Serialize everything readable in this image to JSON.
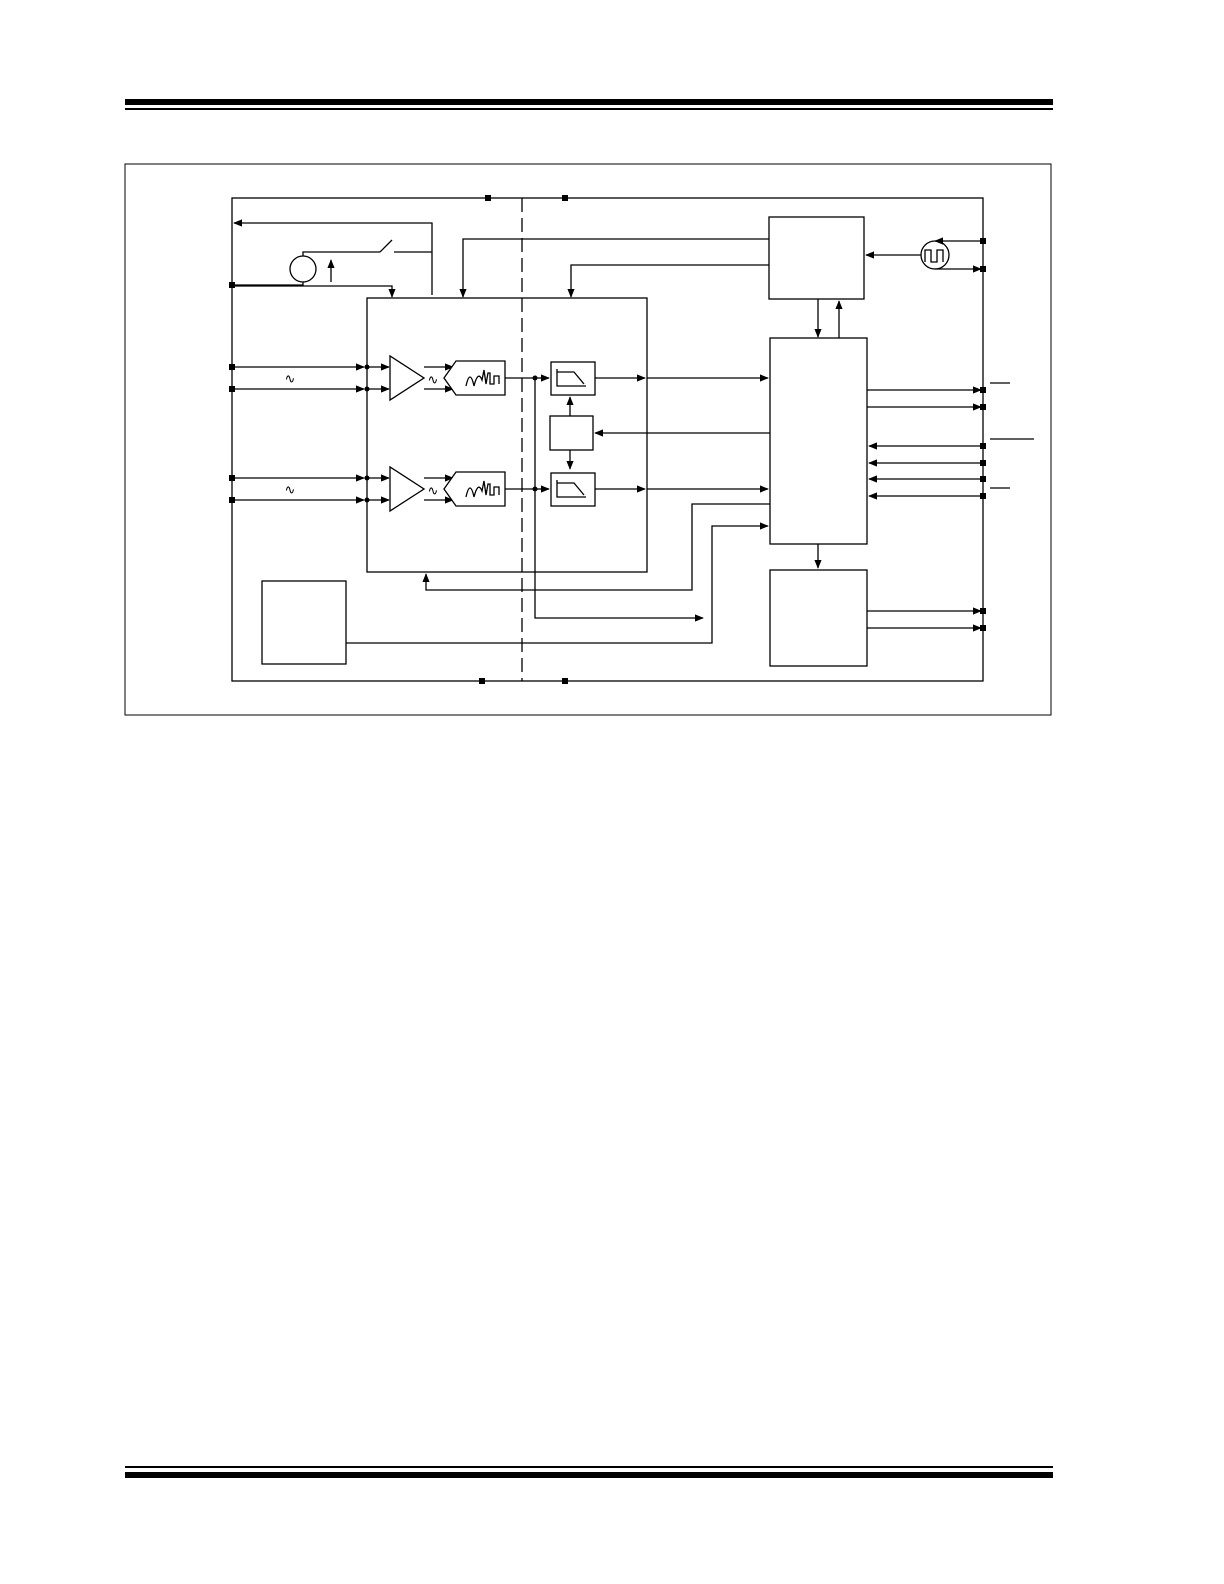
{
  "page": {
    "header_text": "",
    "footer_text": ""
  },
  "figure": {
    "title": "",
    "caption": "",
    "blocks": [
      {
        "id": "supply-source",
        "label": ""
      },
      {
        "id": "analog-front-end",
        "label": ""
      },
      {
        "id": "pga-ch0",
        "label": ""
      },
      {
        "id": "adc-ch0",
        "label": ""
      },
      {
        "id": "sinc-filter-ch0",
        "label": ""
      },
      {
        "id": "pga-ch1",
        "label": ""
      },
      {
        "id": "adc-ch1",
        "label": ""
      },
      {
        "id": "sinc-filter-ch1",
        "label": ""
      },
      {
        "id": "phase-shifter",
        "label": ""
      },
      {
        "id": "clock-generation",
        "label": ""
      },
      {
        "id": "digital-serial-interface",
        "label": ""
      },
      {
        "id": "output-block",
        "label": ""
      },
      {
        "id": "reference-block",
        "label": ""
      }
    ],
    "pins": [],
    "icons": [
      "sine-wave-icon",
      "square-wave-icon",
      "amplifier-icon",
      "adc-waveform-icon",
      "lowpass-filter-icon",
      "switch-icon",
      "current-source-icon"
    ]
  }
}
